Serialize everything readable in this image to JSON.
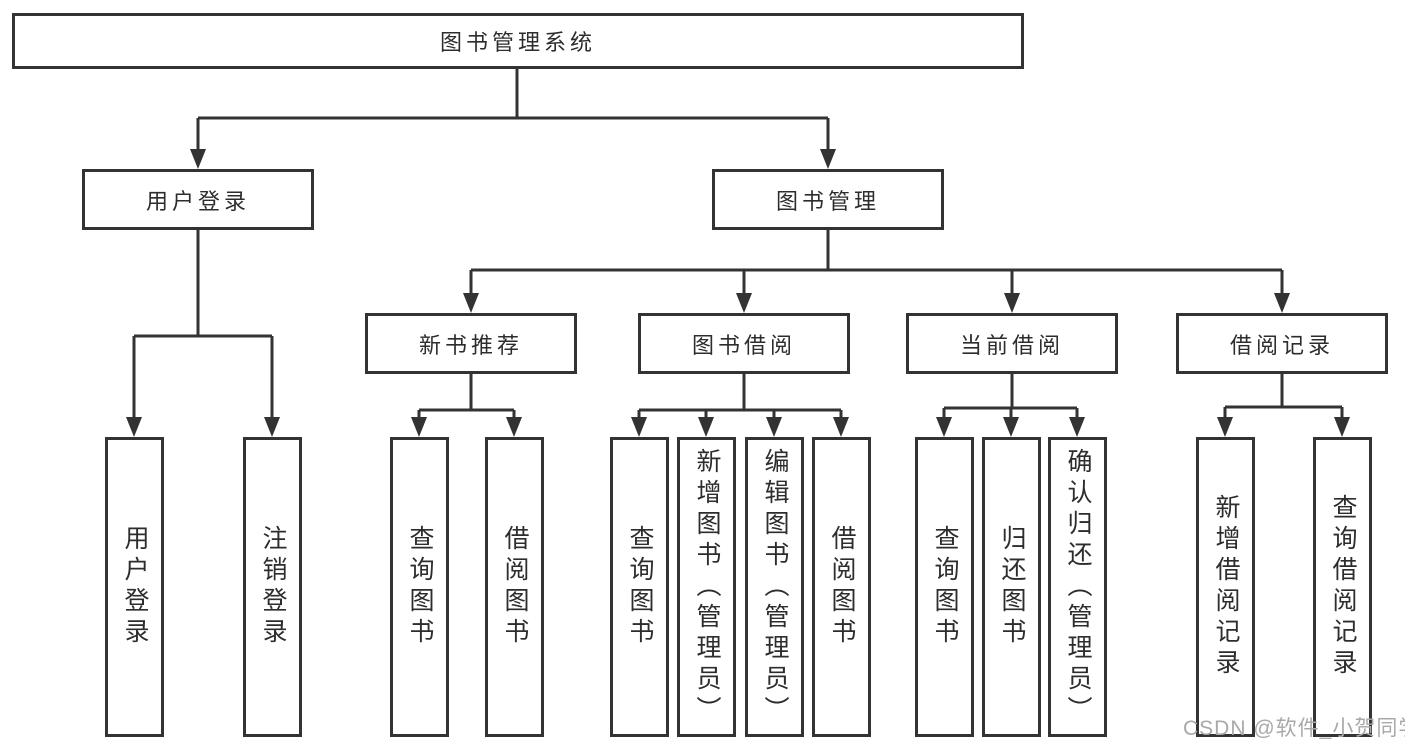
{
  "colors": {
    "line": "#333333",
    "box_border": "#333333",
    "box_fill": "#ffffff",
    "text": "#2d2d2d",
    "background": "#ffffff",
    "watermark": "#a9a9a9"
  },
  "tree": {
    "label": "图书管理系统",
    "children": [
      {
        "label": "用户登录",
        "children": [
          {
            "label": "用户登录"
          },
          {
            "label": "注销登录"
          }
        ]
      },
      {
        "label": "图书管理",
        "children": [
          {
            "label": "新书推荐",
            "children": [
              {
                "label": "查询图书"
              },
              {
                "label": "借阅图书"
              }
            ]
          },
          {
            "label": "图书借阅",
            "children": [
              {
                "label": "查询图书"
              },
              {
                "label": "新增图书（管理员）"
              },
              {
                "label": "编辑图书（管理员）"
              },
              {
                "label": "借阅图书"
              }
            ]
          },
          {
            "label": "当前借阅",
            "children": [
              {
                "label": "查询图书"
              },
              {
                "label": "归还图书"
              },
              {
                "label": "确认归还（管理员）"
              }
            ]
          },
          {
            "label": "借阅记录",
            "children": [
              {
                "label": "新增借阅记录"
              },
              {
                "label": "查询借阅记录"
              }
            ]
          }
        ]
      }
    ]
  },
  "watermark": {
    "text": "CSDN @软件_小贺同学"
  }
}
